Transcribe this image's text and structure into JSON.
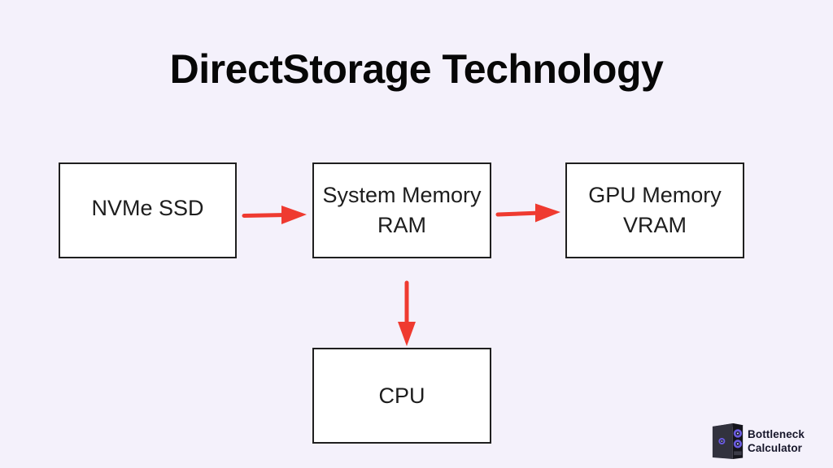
{
  "page": {
    "background_color": "#f4f1fb",
    "title": "DirectStorage Technology",
    "title_color": "#070707"
  },
  "diagram": {
    "arrow_color": "#ef3a30",
    "box_fill": "#ffffff",
    "box_border_color": "#1f1f1f",
    "nodes": [
      {
        "id": "nvme-ssd",
        "line1": "NVMe SSD",
        "line2": ""
      },
      {
        "id": "system-memory-ram",
        "line1": "System Memory",
        "line2": "RAM"
      },
      {
        "id": "gpu-memory-vram",
        "line1": "GPU Memory",
        "line2": "VRAM"
      },
      {
        "id": "cpu",
        "line1": "CPU",
        "line2": ""
      }
    ],
    "flows": [
      "NVMe SSD -> System Memory RAM",
      "System Memory RAM -> GPU Memory VRAM",
      "System Memory RAM -> CPU"
    ]
  },
  "logo": {
    "line1": "Bottleneck",
    "line2": "Calculator",
    "text_color": "#17172b",
    "icon": {
      "name": "pc-tower-icon",
      "case_color": "#32323e",
      "front_color": "#15151d",
      "fan_color": "#6a5be0",
      "fan_hub_color": "#1b1b2a",
      "fan_dot_color": "#cfd4ff"
    }
  }
}
